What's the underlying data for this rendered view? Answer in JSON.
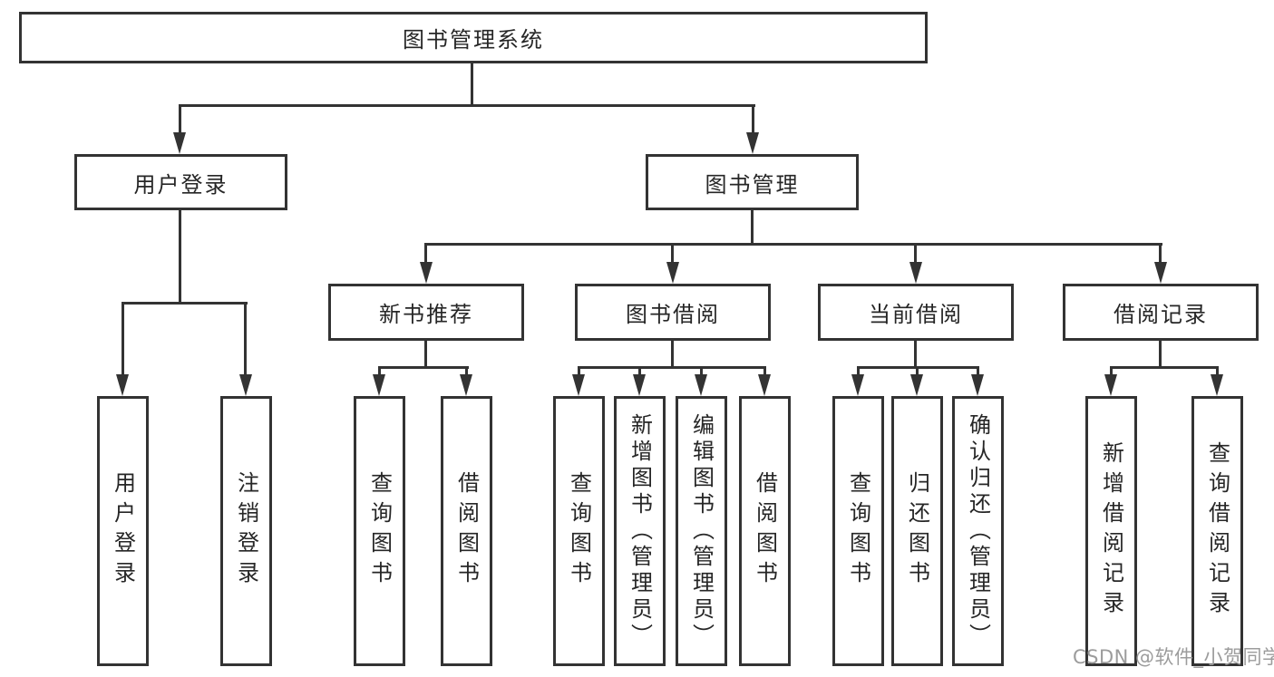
{
  "tree": {
    "label": "图书管理系统",
    "children": [
      {
        "label": "用户登录",
        "children": [
          {
            "label": "用户登录"
          },
          {
            "label": "注销登录"
          }
        ]
      },
      {
        "label": "图书管理",
        "children": [
          {
            "label": "新书推荐",
            "children": [
              {
                "label": "查询图书"
              },
              {
                "label": "借阅图书"
              }
            ]
          },
          {
            "label": "图书借阅",
            "children": [
              {
                "label": "查询图书"
              },
              {
                "label": "新增图书（管理员）"
              },
              {
                "label": "编辑图书（管理员）"
              },
              {
                "label": "借阅图书"
              }
            ]
          },
          {
            "label": "当前借阅",
            "children": [
              {
                "label": "查询图书"
              },
              {
                "label": "归还图书"
              },
              {
                "label": "确认归还（管理员）"
              }
            ]
          },
          {
            "label": "借阅记录",
            "children": [
              {
                "label": "新增借阅记录"
              },
              {
                "label": "查询借阅记录"
              }
            ]
          }
        ]
      }
    ]
  },
  "watermark": {
    "text": "CSDN @软件_小贺同学"
  },
  "colors": {
    "line": "#333333",
    "box_border": "#333333",
    "text": "#262626",
    "watermark": "#9c9c9c",
    "background": "#ffffff"
  }
}
